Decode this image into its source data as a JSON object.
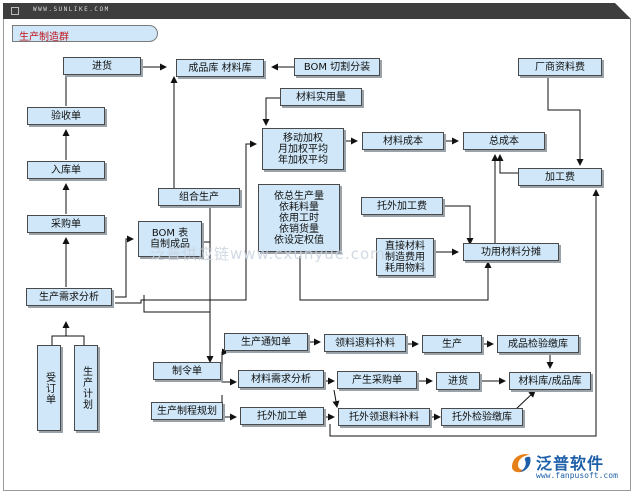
{
  "header": {
    "url": "WWW.SUNLIKE.COM"
  },
  "section_title": "生产制造群",
  "watermark": "泛普供应链www.cxunyue.com",
  "nodes": {
    "jinhuo_top": "进货",
    "chengpinku": "成品库 材料库",
    "bom_switch": "BOM 切割分装",
    "yanshoudan": "验收单",
    "cailiaoshiyong": "材料实用量",
    "changshang": "厂商资料费",
    "ydjq_1": "移动加权",
    "ydjq_2": "月加权平均",
    "ydjq_3": "年加权平均",
    "cailiaochengben": "材料成本",
    "zongchengben": "总成本",
    "rukudan": "入库单",
    "zuhe": "组合生产",
    "jiagongfei": "加工费",
    "yi_1": "依总生产量",
    "yi_2": "依耗料量",
    "yi_3": "依用工时",
    "yi_4": "依销货量",
    "yi_5": "依设定权值",
    "tuowai_fee": "托外加工费",
    "caigou": "采购单",
    "bom_biao": "BOM 表",
    "zizhi": "自制成品",
    "zj_1": "直接材料",
    "zj_2": "制造费用",
    "zj_3": "耗用物料",
    "gongyong": "功用材料分摊",
    "xuqiu": "生产需求分析",
    "tongzhi": "生产通知单",
    "lingliao": "领料退料补料",
    "shengchan": "生产",
    "chengpinjianyan": "成品检验缴库",
    "shoudingdan": "受订单",
    "shengchanjihua": "生产计划",
    "zhiling": "制令单",
    "cailiaoxuqiu": "材料需求分析",
    "chanshengcaigou": "产生采购单",
    "jinhuo_bottom": "进货",
    "kucun": "材料库/成品库",
    "guihua": "生产制程规划",
    "tuowai_dan": "托外加工单",
    "tuowai_lingliao": "托外领退料补料",
    "tuowai_jianyan": "托外检验缴库"
  },
  "logo": {
    "brand": "泛普软件",
    "site": "www.fanpusoft.com"
  },
  "colors": {
    "node_fill": "#cfe7f8",
    "title_red": "#c2141c",
    "brand_blue": "#1d5fa8"
  }
}
